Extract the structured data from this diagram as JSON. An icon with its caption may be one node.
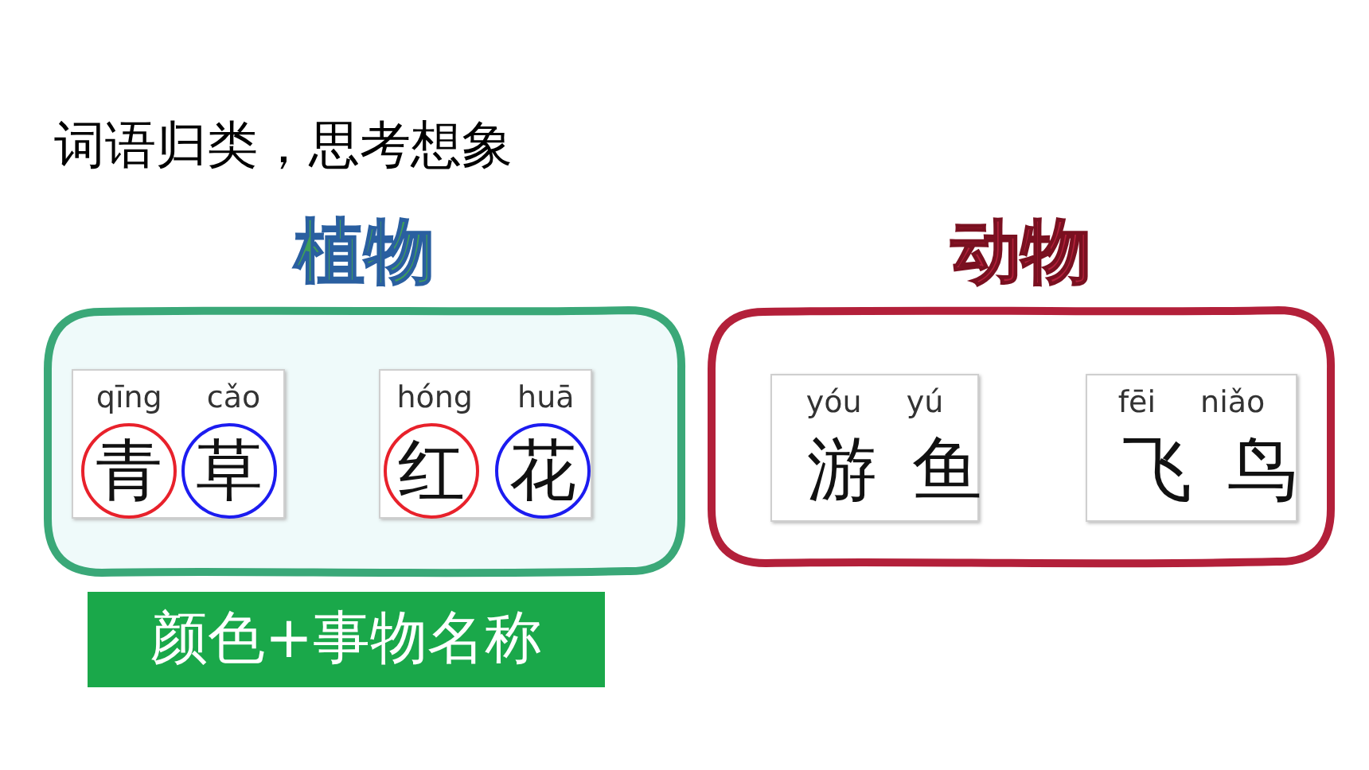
{
  "diagram": {
    "title": "词语归类，思考想象",
    "nodes": [
      {
        "text": [
          "植物"
        ]
      },
      {
        "text": [
          "qīng cǎo"
        ],
        "in": 0
      },
      {
        "text": [
          "青"
        ],
        "in": 1
      },
      {
        "text": [
          "草"
        ],
        "in": 1
      },
      {
        "text": [
          "hóng huā"
        ],
        "in": 0
      },
      {
        "text": [
          "红"
        ],
        "in": 4
      },
      {
        "text": [
          "花"
        ],
        "in": 4
      },
      {
        "text": [
          "动物"
        ]
      },
      {
        "text": [
          "yóu yú",
          "游鱼"
        ],
        "in": 7
      },
      {
        "text": [
          "fēi niǎo",
          "飞鸟"
        ],
        "in": 7
      },
      {
        "text": [
          "颜色+事物名称"
        ]
      }
    ],
    "edges": []
  }
}
